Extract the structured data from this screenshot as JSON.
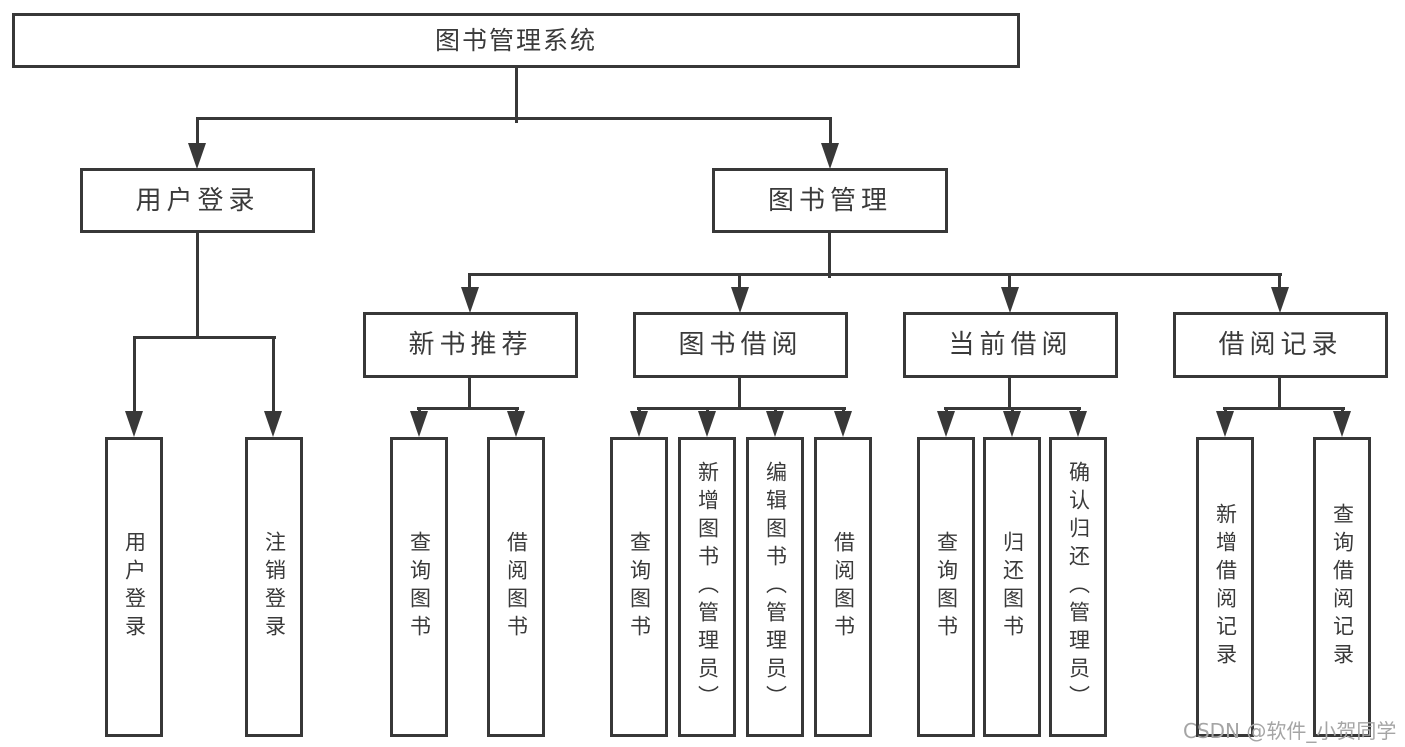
{
  "diagram": {
    "type": "hierarchy-tree",
    "colors": {
      "line": "#383838",
      "text": "#3a3a3a",
      "background": "#ffffff",
      "watermark": "#a5a5a5"
    },
    "watermark": "CSDN @软件_小贺同学",
    "nodes": {
      "root": "图书管理系统",
      "user_login": "用户登录",
      "book_management": "图书管理",
      "new_book_recommend": "新书推荐",
      "book_borrow": "图书借阅",
      "current_borrow": "当前借阅",
      "borrow_records": "借阅记录",
      "leaf_user_login": "用户登录",
      "leaf_logout": "注销登录",
      "leaf_query_book_1": "查询图书",
      "leaf_borrow_book_1": "借阅图书",
      "leaf_query_book_2": "查询图书",
      "leaf_add_book": "新增图书（管理员）",
      "leaf_edit_book": "编辑图书（管理员）",
      "leaf_borrow_book_2": "借阅图书",
      "leaf_query_book_3": "查询图书",
      "leaf_return_book": "归还图书",
      "leaf_confirm_return": "确认归还（管理员）",
      "leaf_add_borrow_record": "新增借阅记录",
      "leaf_query_borrow_record": "查询借阅记录"
    },
    "hierarchy": {
      "图书管理系统": {
        "用户登录": [
          "用户登录",
          "注销登录"
        ],
        "图书管理": {
          "新书推荐": [
            "查询图书",
            "借阅图书"
          ],
          "图书借阅": [
            "查询图书",
            "新增图书（管理员）",
            "编辑图书（管理员）",
            "借阅图书"
          ],
          "当前借阅": [
            "查询图书",
            "归还图书",
            "确认归还（管理员）"
          ],
          "借阅记录": [
            "新增借阅记录",
            "查询借阅记录"
          ]
        }
      }
    }
  }
}
